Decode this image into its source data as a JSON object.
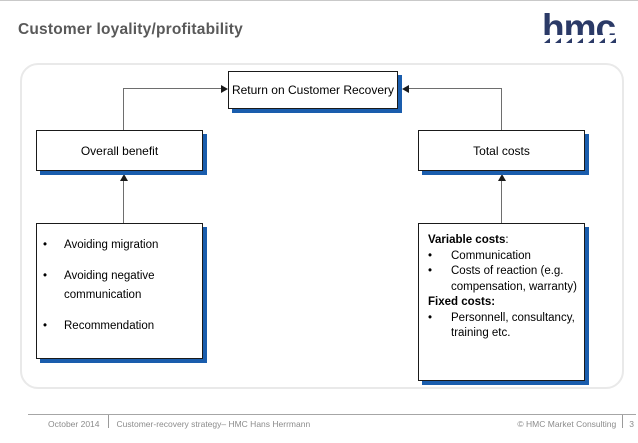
{
  "header": {
    "title": "Customer loyality/profitability",
    "logo_text": "hmc"
  },
  "bullet_char": "•",
  "diagram": {
    "top_box_label": "Return on Customer Recovery",
    "left_box_label": "Overall benefit",
    "right_box_label": "Total costs",
    "left_detail_bullets": [
      "Avoiding migration",
      "Avoiding negative communication",
      "Recommendation"
    ],
    "right_detail": {
      "heading1": "Variable costs",
      "heading1_suffix": ":",
      "bullets1": [
        "Communication",
        "Costs of reaction (e.g. compensation, warranty)"
      ],
      "heading2": "Fixed costs:",
      "bullets2": [
        "Personnell, consultancy, training etc."
      ]
    }
  },
  "footer": {
    "date": "October 2014",
    "doc_title": "Customer-recovery strategy– HMC Hans Herrmann",
    "copyright": "© HMC Market Consulting",
    "page_number": "3"
  },
  "colors": {
    "accent_blue": "#1a5dad",
    "logo_navy": "#2b3a67",
    "title_gray": "#595959"
  }
}
